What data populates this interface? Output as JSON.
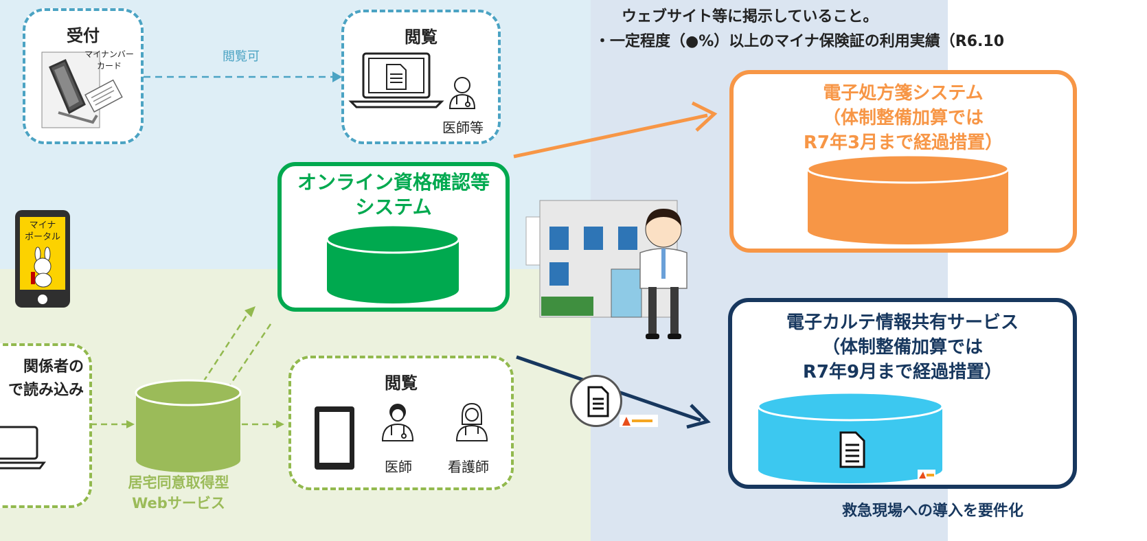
{
  "reception": {
    "title": "受付",
    "card_label_line1": "マイナンバー",
    "card_label_line2": "カード"
  },
  "browse_allowed": "閲覧可",
  "view_top": {
    "title": "閲覧",
    "caption": "医師等"
  },
  "header_text": {
    "line1": "ウェブサイト等に掲示していること。",
    "line2": "・一定程度（●%）以上のマイナ保険証の利用実績（R6.10"
  },
  "online_system": {
    "line1": "オンライン資格確認等",
    "line2": "システム"
  },
  "portal": {
    "line1": "マイナ",
    "line2": "ポータル"
  },
  "left_box": {
    "line1": "関係者の",
    "line2": "で読み込み"
  },
  "home_consent": {
    "line1": "居宅同意取得型",
    "line2": "Webサービス"
  },
  "view_bottom": {
    "title": "閲覧",
    "doctor": "医師",
    "nurse": "看護師"
  },
  "eprescription": {
    "line1": "電子処方箋システム",
    "line2": "（体制整備加算では",
    "line3": "R7年3月まで経過措置）"
  },
  "ekarte": {
    "line1": "電子カルテ情報共有サービス",
    "line2": "（体制整備加算では",
    "line3": "R7年9月まで経過措置）"
  },
  "bottom_note": "救急現場への導入を要件化",
  "colors": {
    "orange": "#f79646",
    "navy": "#17375e",
    "green": "#00a94f",
    "lightblue": "#3cc8f0",
    "olive": "#9bbb59",
    "dashblue": "#4ba3c3"
  }
}
